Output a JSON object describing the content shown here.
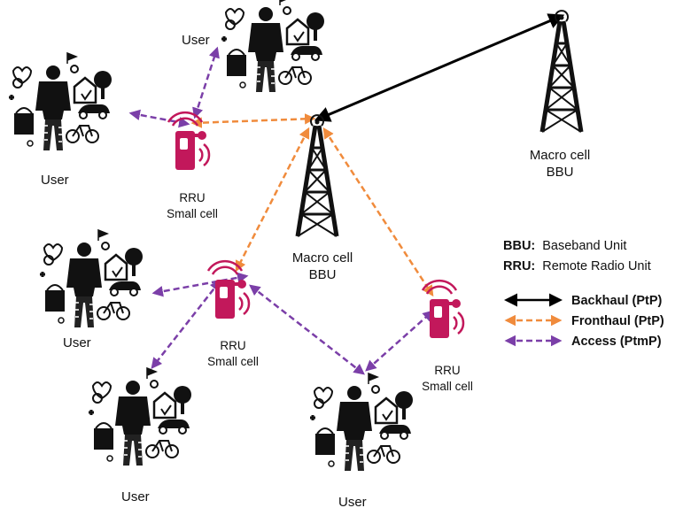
{
  "colors": {
    "backhaul": "#000000",
    "fronthaul": "#f08b3c",
    "access": "#7b3fa8",
    "rru": "#c2185b",
    "tower": "#111111"
  },
  "icons": [
    "user-cluster-icon",
    "tower-icon",
    "rru-icon",
    "signal-waves-icon"
  ],
  "macro_cells": [
    {
      "line1": "Macro cell",
      "line2": "BBU"
    },
    {
      "line1": "Macro cell",
      "line2": "BBU"
    }
  ],
  "rru_cells": [
    {
      "line1": "RRU",
      "line2": "Small cell"
    },
    {
      "line1": "RRU",
      "line2": "Small cell"
    },
    {
      "line1": "RRU",
      "line2": "Small cell"
    }
  ],
  "users": [
    {
      "label": "User"
    },
    {
      "label": "User"
    },
    {
      "label": "User"
    },
    {
      "label": "User"
    },
    {
      "label": "User"
    }
  ],
  "legend": {
    "abbrev": [
      {
        "term": "BBU:",
        "desc": "Baseband Unit"
      },
      {
        "term": "RRU:",
        "desc": "Remote Radio Unit"
      }
    ],
    "links": [
      {
        "label": "Backhaul (PtP)",
        "style": "solid",
        "color": "#000000"
      },
      {
        "label": "Fronthaul (PtP)",
        "style": "dashed",
        "color": "#f08b3c"
      },
      {
        "label": "Access (PtmP)",
        "style": "dashed",
        "color": "#7b3fa8"
      }
    ]
  }
}
